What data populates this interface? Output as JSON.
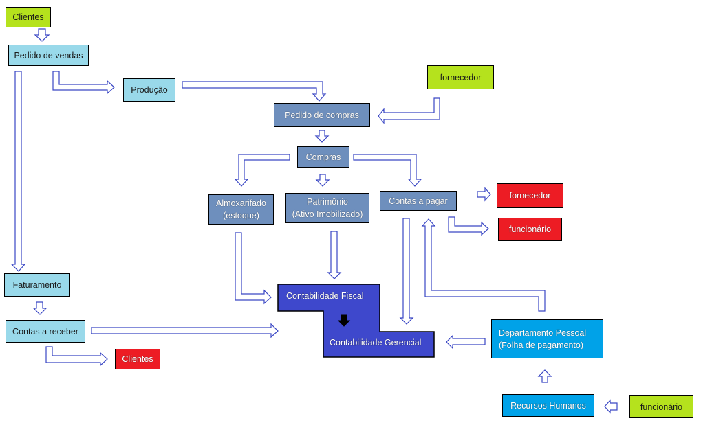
{
  "diagram": {
    "nodes": {
      "clientes_top": {
        "label": "Clientes",
        "color": "#b5e21d"
      },
      "pedido_vendas": {
        "label": "Pedido de vendas",
        "color": "#99d9ea"
      },
      "producao": {
        "label": "Produção",
        "color": "#99d9ea"
      },
      "fornecedor_top": {
        "label": "fornecedor",
        "color": "#b5e21d"
      },
      "pedido_compras": {
        "label": "Pedido de compras",
        "color": "#6e8fbd"
      },
      "compras": {
        "label": "Compras",
        "color": "#6e8fbd"
      },
      "almoxarifado": {
        "line1": "Almoxarifado",
        "line2": "(estoque)",
        "color": "#6e8fbd"
      },
      "patrimonio": {
        "line1": "Patrimônio",
        "line2": "(Ativo Imobilizado)",
        "color": "#6e8fbd"
      },
      "contas_pagar": {
        "label": "Contas a pagar",
        "color": "#6e8fbd"
      },
      "fornecedor_red": {
        "label": "fornecedor",
        "color": "#ed1c24"
      },
      "funcionario_red": {
        "label": "funcionário",
        "color": "#ed1c24"
      },
      "faturamento": {
        "label": "Faturamento",
        "color": "#99d9ea"
      },
      "contas_receber": {
        "label": "Contas a receber",
        "color": "#99d9ea"
      },
      "clientes_red": {
        "label": "Clientes",
        "color": "#ed1c24"
      },
      "contabilidade": {
        "fiscal": "Contabilidade Fiscal",
        "gerencial": "Contabilidade Gerencial",
        "color": "#3e48cc"
      },
      "dep_pessoal": {
        "line1": "Departamento Pessoal",
        "line2": "(Folha de pagamento)",
        "color": "#00a2e8"
      },
      "recursos_humanos": {
        "label": "Recursos Humanos",
        "color": "#00a2e8"
      },
      "funcionario_bottom": {
        "label": "funcionário",
        "color": "#b5e21d"
      }
    },
    "edges": [
      {
        "from": "Clientes",
        "to": "Pedido de vendas"
      },
      {
        "from": "Pedido de vendas",
        "to": "Produção"
      },
      {
        "from": "Pedido de vendas",
        "to": "Faturamento"
      },
      {
        "from": "Produção",
        "to": "Pedido de compras"
      },
      {
        "from": "fornecedor",
        "to": "Pedido de compras"
      },
      {
        "from": "Pedido de compras",
        "to": "Compras"
      },
      {
        "from": "Compras",
        "to": "Almoxarifado (estoque)"
      },
      {
        "from": "Compras",
        "to": "Patrimônio (Ativo Imobilizado)"
      },
      {
        "from": "Compras",
        "to": "Contas a pagar"
      },
      {
        "from": "Contas a pagar",
        "to": "fornecedor"
      },
      {
        "from": "Contas a pagar",
        "to": "funcionário"
      },
      {
        "from": "Contas a pagar",
        "to": "Contabilidade Gerencial"
      },
      {
        "from": "Almoxarifado (estoque)",
        "to": "Contabilidade Fiscal"
      },
      {
        "from": "Patrimônio (Ativo Imobilizado)",
        "to": "Contabilidade Fiscal"
      },
      {
        "from": "Contabilidade Fiscal",
        "to": "Contabilidade Gerencial"
      },
      {
        "from": "Faturamento",
        "to": "Contas a receber"
      },
      {
        "from": "Contas a receber",
        "to": "Contabilidade Fiscal"
      },
      {
        "from": "Contas a receber",
        "to": "Clientes"
      },
      {
        "from": "Departamento Pessoal (Folha de pagamento)",
        "to": "Contas a pagar"
      },
      {
        "from": "Departamento Pessoal (Folha de pagamento)",
        "to": "Contabilidade Gerencial"
      },
      {
        "from": "Recursos Humanos",
        "to": "Departamento Pessoal (Folha de pagamento)"
      },
      {
        "from": "funcionário",
        "to": "Recursos Humanos"
      }
    ]
  }
}
